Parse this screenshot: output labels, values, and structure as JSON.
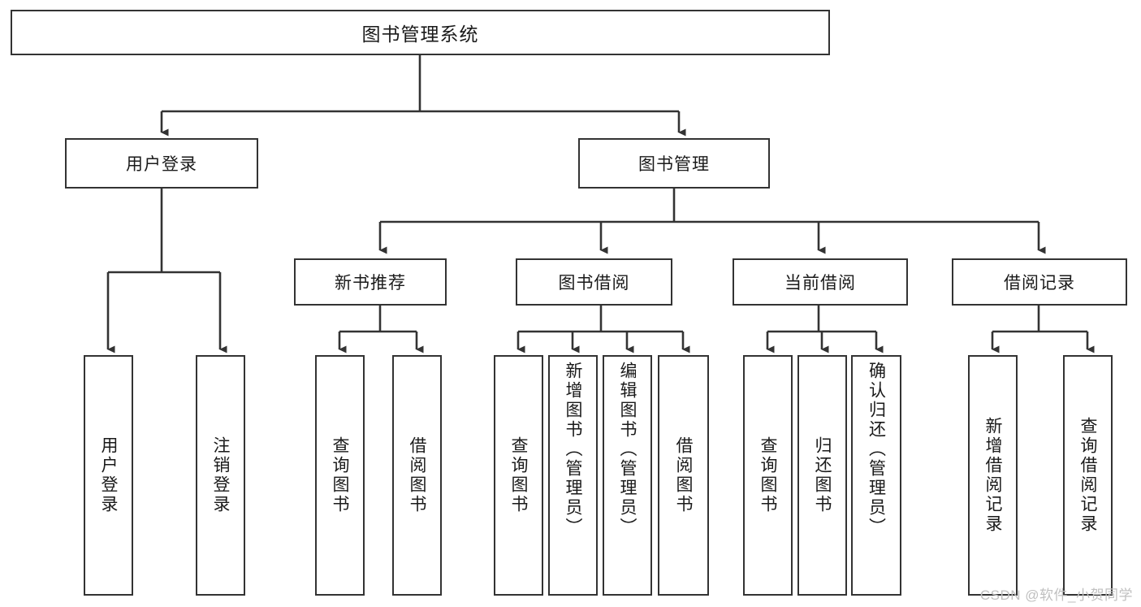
{
  "diagram": {
    "title": "图书管理系统",
    "watermark": "CSDN @软件_小贺同学",
    "colors": {
      "box_border": "#333333",
      "box_fill": "#ffffff",
      "connector": "#333333",
      "text": "#1a1a1a",
      "watermark": "#c0c0c0"
    },
    "root": {
      "label": "图书管理系统"
    },
    "level2": [
      {
        "id": "user-login",
        "label": "用户登录"
      },
      {
        "id": "book-management",
        "label": "图书管理"
      }
    ],
    "level3": [
      {
        "id": "new-book-recommend",
        "label": "新书推荐",
        "parent": "book-management"
      },
      {
        "id": "book-borrow",
        "label": "图书借阅",
        "parent": "book-management"
      },
      {
        "id": "current-borrow",
        "label": "当前借阅",
        "parent": "book-management"
      },
      {
        "id": "borrow-record",
        "label": "借阅记录",
        "parent": "book-management"
      }
    ],
    "leaves": [
      {
        "id": "leaf-user-login",
        "label": "用户登录",
        "parent": "user-login"
      },
      {
        "id": "leaf-user-logout",
        "label": "注销登录",
        "parent": "user-login"
      },
      {
        "id": "leaf-query-book-1",
        "label": "查询图书",
        "parent": "new-book-recommend"
      },
      {
        "id": "leaf-borrow-book-1",
        "label": "借阅图书",
        "parent": "new-book-recommend"
      },
      {
        "id": "leaf-query-book-2",
        "label": "查询图书",
        "parent": "book-borrow"
      },
      {
        "id": "leaf-add-book",
        "label": "新增图书（管理员）",
        "parent": "book-borrow"
      },
      {
        "id": "leaf-edit-book",
        "label": "编辑图书（管理员）",
        "parent": "book-borrow"
      },
      {
        "id": "leaf-borrow-book-2",
        "label": "借阅图书",
        "parent": "book-borrow"
      },
      {
        "id": "leaf-query-book-3",
        "label": "查询图书",
        "parent": "current-borrow"
      },
      {
        "id": "leaf-return-book",
        "label": "归还图书",
        "parent": "current-borrow"
      },
      {
        "id": "leaf-confirm-return",
        "label": "确认归还（管理员）",
        "parent": "current-borrow"
      },
      {
        "id": "leaf-add-record",
        "label": "新增借阅记录",
        "parent": "borrow-record"
      },
      {
        "id": "leaf-query-record",
        "label": "查询借阅记录",
        "parent": "borrow-record"
      }
    ]
  }
}
